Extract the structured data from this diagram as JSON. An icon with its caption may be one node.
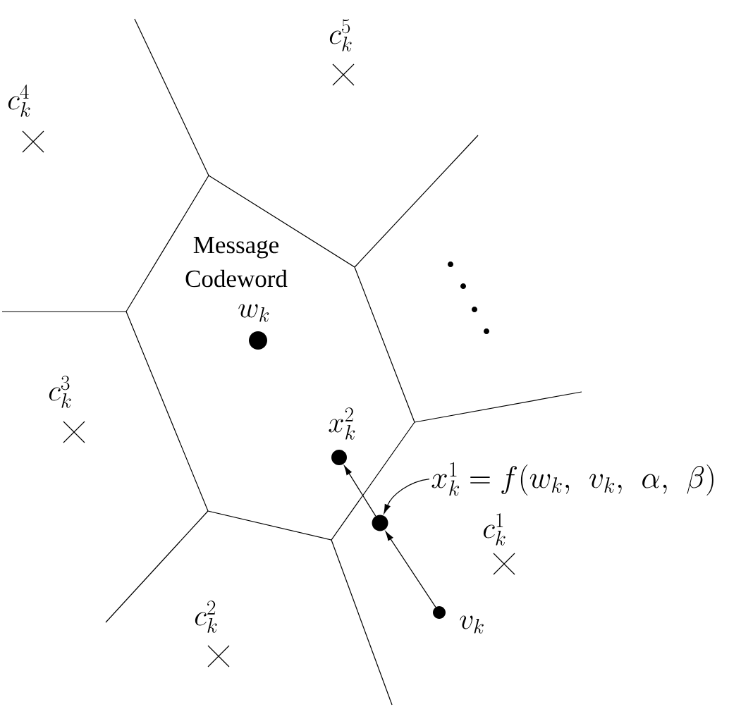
{
  "diagram": {
    "nodes": [
      {
        "text": [],
        "shape": "circle",
        "beside": [
          "Message Codeword",
          "w_k"
        ]
      },
      {
        "text": [],
        "shape": "circle",
        "beside": [
          "x_k^{2}"
        ]
      },
      {
        "text": [
          "x_k^{1} = f(w_k, v_k, \\alpha, \\beta)"
        ]
      },
      {
        "text": [],
        "shape": "circle"
      },
      {
        "text": [],
        "shape": "circle",
        "beside": [
          "v_k"
        ]
      }
    ],
    "edges": [
      {
        "from": 4,
        "to": 3,
        "arrow": "to"
      },
      {
        "from": 3,
        "to": 1,
        "arrow": "to"
      },
      {
        "from": 2,
        "to": 3,
        "arrow": "to"
      }
    ],
    "labels": [
      "c_k^{5}",
      "c_k^{4}",
      "c_k^{3}",
      "c_k^{1}",
      "c_k^{2}"
    ]
  }
}
